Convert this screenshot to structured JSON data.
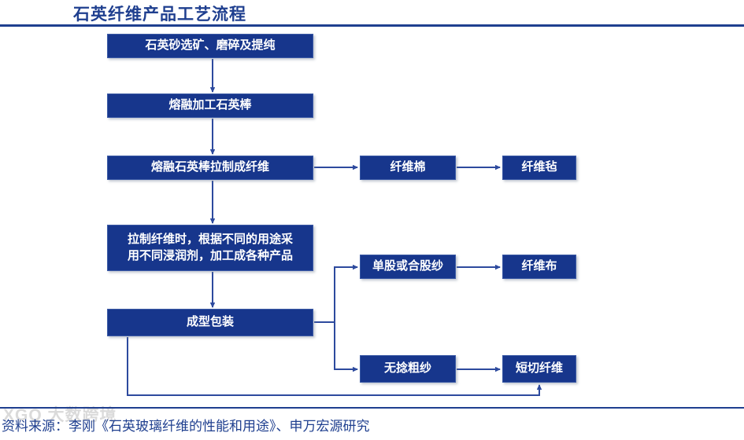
{
  "header": {
    "title": "石英纤维产品工艺流程",
    "accent_color": "#1f3f8f"
  },
  "diagram": {
    "type": "flowchart",
    "node_fill_color": "#17368c",
    "node_text_color": "#ffffff",
    "connector_color": "#2d4a9e",
    "nodes": [
      {
        "id": "quartz-sand",
        "label": "石英砂选矿、磨碎及提纯"
      },
      {
        "id": "melt-rod",
        "label": "熔融加工石英棒"
      },
      {
        "id": "draw-fiber",
        "label": "熔融石英棒拉制成纤维"
      },
      {
        "id": "cotton",
        "label": "纤维棉"
      },
      {
        "id": "felt",
        "label": "纤维毡"
      },
      {
        "id": "sizing",
        "label": "拉制纤维时，根据不同的用途采\n用不同浸润剂，加工成各种产品"
      },
      {
        "id": "yarn",
        "label": "单股或合股纱"
      },
      {
        "id": "cloth",
        "label": "纤维布"
      },
      {
        "id": "packaging",
        "label": "成型包装"
      },
      {
        "id": "roving",
        "label": "无捻粗纱"
      },
      {
        "id": "chopped",
        "label": "短切纤维"
      }
    ],
    "edges": [
      {
        "from": "quartz-sand",
        "to": "melt-rod"
      },
      {
        "from": "melt-rod",
        "to": "draw-fiber"
      },
      {
        "from": "draw-fiber",
        "to": "cotton"
      },
      {
        "from": "cotton",
        "to": "felt"
      },
      {
        "from": "draw-fiber",
        "to": "sizing"
      },
      {
        "from": "sizing",
        "to": "packaging"
      },
      {
        "from": "packaging",
        "to": "yarn"
      },
      {
        "from": "yarn",
        "to": "cloth"
      },
      {
        "from": "packaging",
        "to": "roving"
      },
      {
        "from": "roving",
        "to": "chopped"
      },
      {
        "from": "packaging",
        "to": "chopped"
      }
    ]
  },
  "footer": {
    "source": "资料来源：李刚《石英玻璃纤维的性能和用途》、申万宏源研究",
    "watermark": "XGQ 大数跨境"
  }
}
